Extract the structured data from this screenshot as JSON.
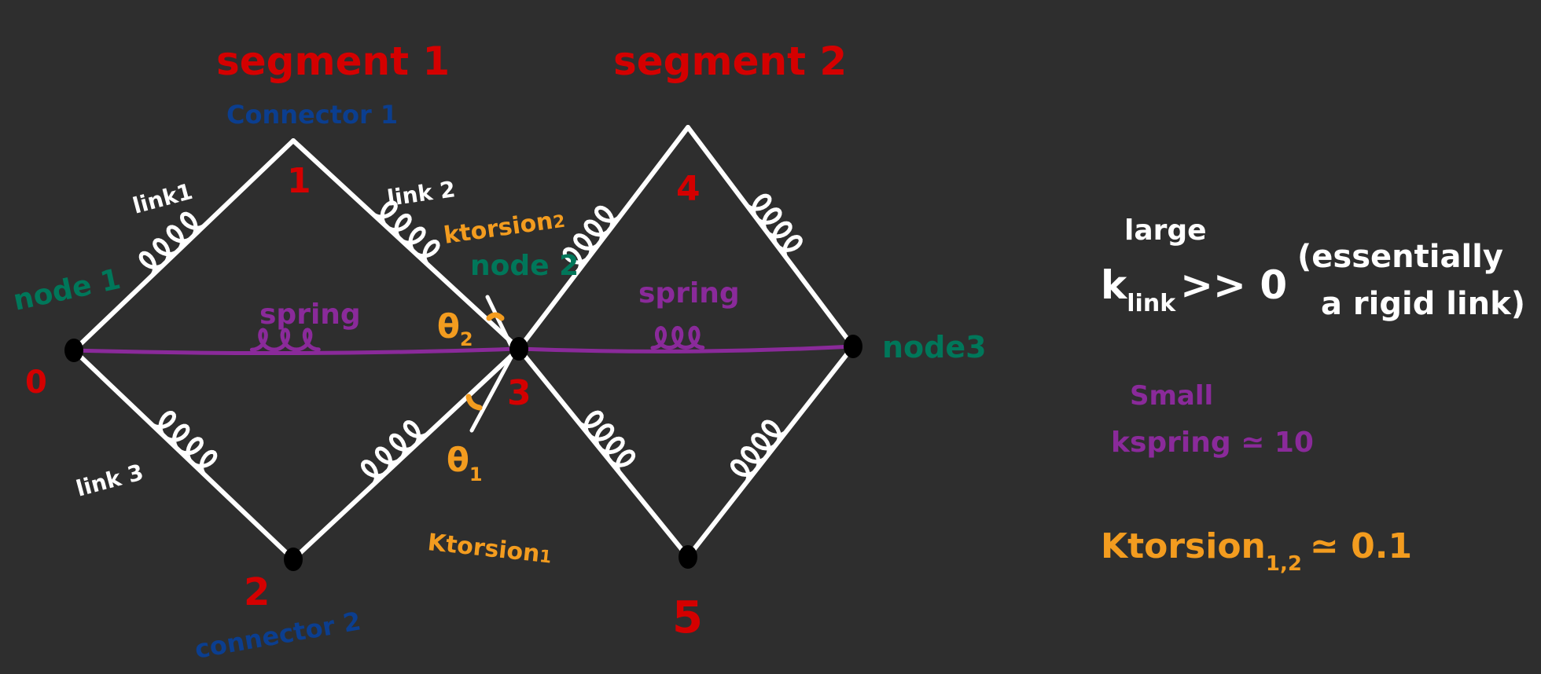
{
  "colors": {
    "background": "#2e2e2e",
    "segment_label": "#d40000",
    "connector_label": "#0b3e8f",
    "node_label": "#00775a",
    "spring": "#8a2a9a",
    "torsion": "#f39c1f",
    "link": "#ffffff"
  },
  "segments": [
    {
      "label": "segment 1",
      "connector_top": "Connector 1",
      "connector_bottom": "connector 2"
    },
    {
      "label": "segment 2"
    }
  ],
  "points": [
    "0",
    "1",
    "2",
    "3",
    "4",
    "5"
  ],
  "nodes": [
    "node 1",
    "node 2",
    "node3"
  ],
  "links": [
    "link1",
    "link 2",
    "link 3"
  ],
  "springs": [
    "spring",
    "spring"
  ],
  "torsion": {
    "k1": "Ktorsion",
    "k1_sub": "1",
    "k2": "ktorsion",
    "k2_sub": "2",
    "theta1": "θ",
    "theta1_sub": "1",
    "theta2": "θ",
    "theta2_sub": "2"
  },
  "notes": {
    "large": "large",
    "k_link": "k",
    "k_link_sub": "link",
    "k_link_rel": ">> 0",
    "rigid_1": "(essentially",
    "rigid_2": "a rigid link)",
    "small": "Small",
    "k_spring": "kspring ≃ 10",
    "k_torsion": "Ktorsion",
    "k_torsion_sub": "1,2",
    "k_torsion_val": "≃ 0.1"
  }
}
